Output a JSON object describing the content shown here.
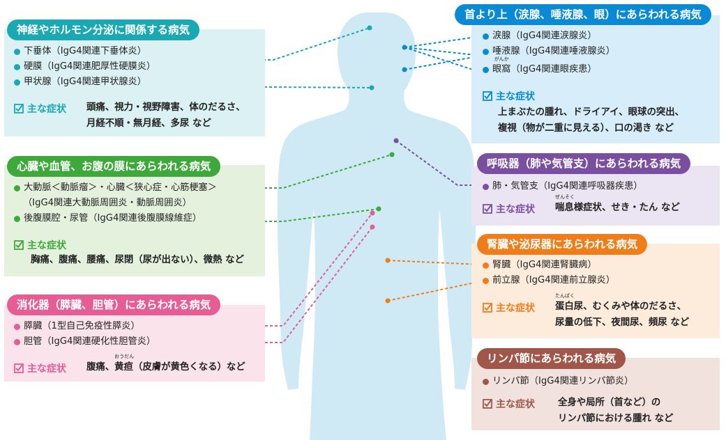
{
  "colors": {
    "body": "#cfe9f5",
    "teal": "#1aa8b2",
    "teal_bg": "#dbf1f3",
    "blue": "#0a8ad4",
    "blue_bg": "#d7edf9",
    "green": "#3fa83b",
    "green_bg": "#e4f2dd",
    "purple": "#7a4fa0",
    "purple_bg": "#ebe4f2",
    "pink": "#e65c94",
    "pink_bg": "#fbe3ec",
    "orange": "#ef7d1a",
    "orange_bg": "#fdecdc",
    "brown": "#a0574a",
    "brown_bg": "#f1e2de"
  },
  "symptom_label": "主な症状",
  "panels": {
    "hormone": {
      "title": "神経やホルモン分泌に関係する病気",
      "items": [
        "下垂体（IgG4関連下垂体炎）",
        "硬膜（IgG4関連肥厚性硬膜炎）",
        "甲状腺（IgG4関連甲状腺炎）"
      ],
      "symptoms": [
        "頭痛、視力・視野障害、体のだるさ、",
        "月経不順・無月経、多尿 など"
      ]
    },
    "cardio": {
      "title": "心臓や血管、お腹の膜にあらわれる病気",
      "items": [
        "大動脈＜動脈瘤＞・心臓＜狭心症・心筋梗塞＞",
        "（IgG4関連大動脈周囲炎・動脈周囲炎）",
        "後腹膜腔・尿管（IgG4関連後腹膜線維症）"
      ],
      "symptoms": [
        "胸痛、腹痛、腰痛、尿閉（尿が出ない）、微熱 など"
      ]
    },
    "digestive": {
      "title": "消化器（膵臓、胆管）にあらわれる病気",
      "items": [
        "膵臓（1型自己免疫性膵炎）",
        "胆管（IgG4関連硬化性胆管炎）"
      ],
      "symptoms_prefix": "腹痛、",
      "symptoms_ruby": "黄疸",
      "symptoms_ruby_reading": "おうだん",
      "symptoms_suffix": "（皮膚が黄色くなる）など"
    },
    "head": {
      "title": "首より上（涙腺、唾液腺、眼）にあらわれる病気",
      "items": [
        "涙腺（IgG4関連涙腺炎）",
        "唾液腺（IgG4関連唾液腺炎）"
      ],
      "item3_ruby": "眼窩",
      "item3_ruby_reading": "がんか",
      "item3_suffix": "（IgG4関連眼疾患）",
      "symptoms": [
        "上まぶたの腫れ、ドライアイ、眼球の突出、",
        "複視（物が二重に見える）、口の渇き など"
      ]
    },
    "respiratory": {
      "title": "呼吸器（肺や気管支）にあらわれる病気",
      "items": [
        "肺・気管支（IgG4関連呼吸器疾患）"
      ],
      "symptoms_ruby": "喘息",
      "symptoms_ruby_reading": "ぜんそく",
      "symptoms_suffix": "様症状、せき・たん など"
    },
    "kidney": {
      "title": "腎臓や泌尿器にあらわれる病気",
      "items": [
        "腎臓（IgG4関連腎臓病）",
        "前立腺（IgG4関連前立腺炎）"
      ],
      "symptoms_ruby": "蛋白",
      "symptoms_ruby_reading": "たんぱく",
      "symptoms_line1_suffix": "尿、むくみや体のだるさ、",
      "symptoms_line2": "尿量の低下、夜間尿、頻尿 など"
    },
    "lymph": {
      "title": "リンパ節にあらわれる病気",
      "items": [
        "リンパ節（IgG4関連リンパ節炎）"
      ],
      "symptoms": [
        "全身や局所（首など）の",
        "リンパ節における腫れ など"
      ]
    }
  }
}
